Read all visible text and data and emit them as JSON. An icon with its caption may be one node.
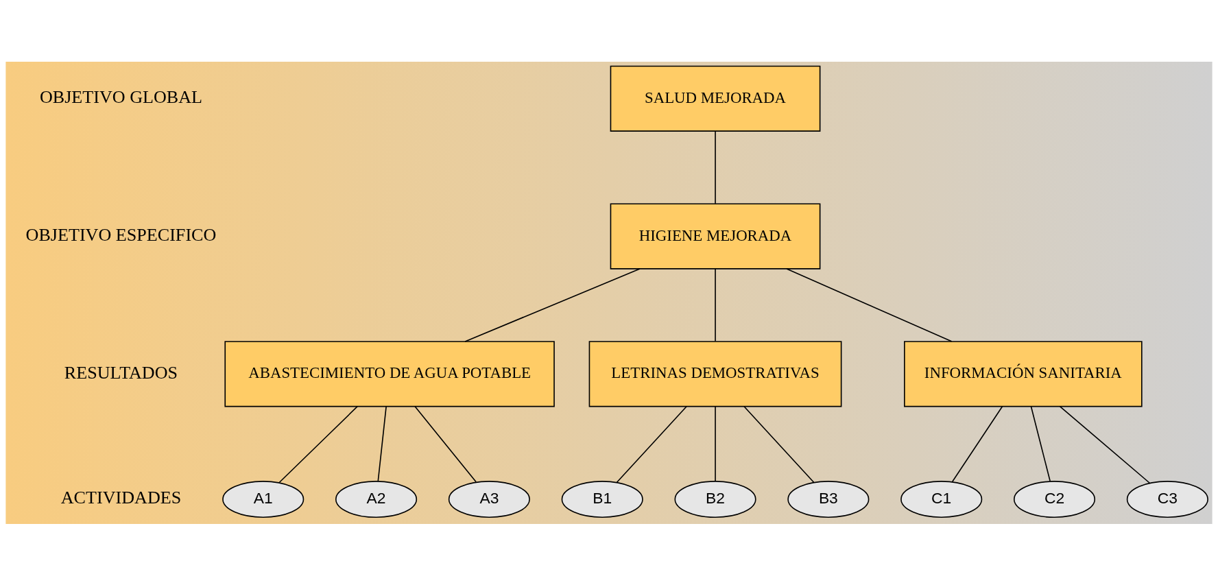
{
  "diagram": {
    "nodes": [
      {
        "text": [
          "SALUD MEJORADA"
        ]
      },
      {
        "text": [
          "HIGIENE MEJORADA"
        ]
      },
      {
        "text": [
          "ABASTECIMIENTO DE AGUA POTABLE"
        ]
      },
      {
        "text": [
          "LETRINAS DEMOSTRATIVAS"
        ]
      },
      {
        "text": [
          "INFORMACIÓN SANITARIA"
        ]
      },
      {
        "text": [
          "A1"
        ]
      },
      {
        "text": [
          "A2"
        ]
      },
      {
        "text": [
          "A3"
        ]
      },
      {
        "text": [
          "B1"
        ]
      },
      {
        "text": [
          "B2"
        ]
      },
      {
        "text": [
          "B3"
        ]
      },
      {
        "text": [
          "C1"
        ]
      },
      {
        "text": [
          "C2"
        ]
      },
      {
        "text": [
          "C3"
        ]
      }
    ],
    "edges": [
      {
        "from": 0,
        "to": 1,
        "arrow": "none"
      },
      {
        "from": 1,
        "to": 2,
        "arrow": "none"
      },
      {
        "from": 1,
        "to": 3,
        "arrow": "none"
      },
      {
        "from": 1,
        "to": 4,
        "arrow": "none"
      },
      {
        "from": 2,
        "to": 5,
        "arrow": "none"
      },
      {
        "from": 2,
        "to": 6,
        "arrow": "none"
      },
      {
        "from": 2,
        "to": 7,
        "arrow": "none"
      },
      {
        "from": 3,
        "to": 8,
        "arrow": "none"
      },
      {
        "from": 3,
        "to": 9,
        "arrow": "none"
      },
      {
        "from": 3,
        "to": 10,
        "arrow": "none"
      },
      {
        "from": 4,
        "to": 11,
        "arrow": "none"
      },
      {
        "from": 4,
        "to": 12,
        "arrow": "none"
      },
      {
        "from": 4,
        "to": 13,
        "arrow": "none"
      }
    ],
    "labels": [
      "OBJETIVO GLOBAL",
      "OBJETIVO ESPECIFICO",
      "RESULTADOS",
      "ACTIVIDADES"
    ]
  }
}
